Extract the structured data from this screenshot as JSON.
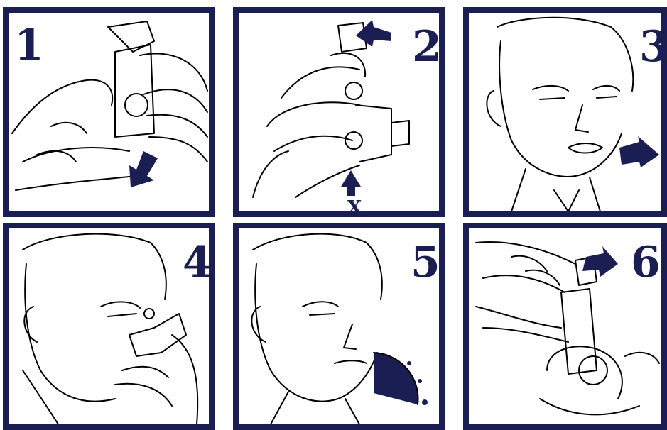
{
  "accent_color": "#1b1e52",
  "panels": [
    {
      "number": "1",
      "icon": "inhaler-shake-arrow-icon"
    },
    {
      "number": "2",
      "icon": "inhaler-press-arrow-icon",
      "marker": "X"
    },
    {
      "number": "3",
      "icon": "breathe-out-icon"
    },
    {
      "number": "4",
      "icon": "inhaler-in-mouth-icon"
    },
    {
      "number": "5",
      "icon": "hold-breath-timer-icon"
    },
    {
      "number": "6",
      "icon": "inhaler-remove-arrow-icon"
    }
  ]
}
